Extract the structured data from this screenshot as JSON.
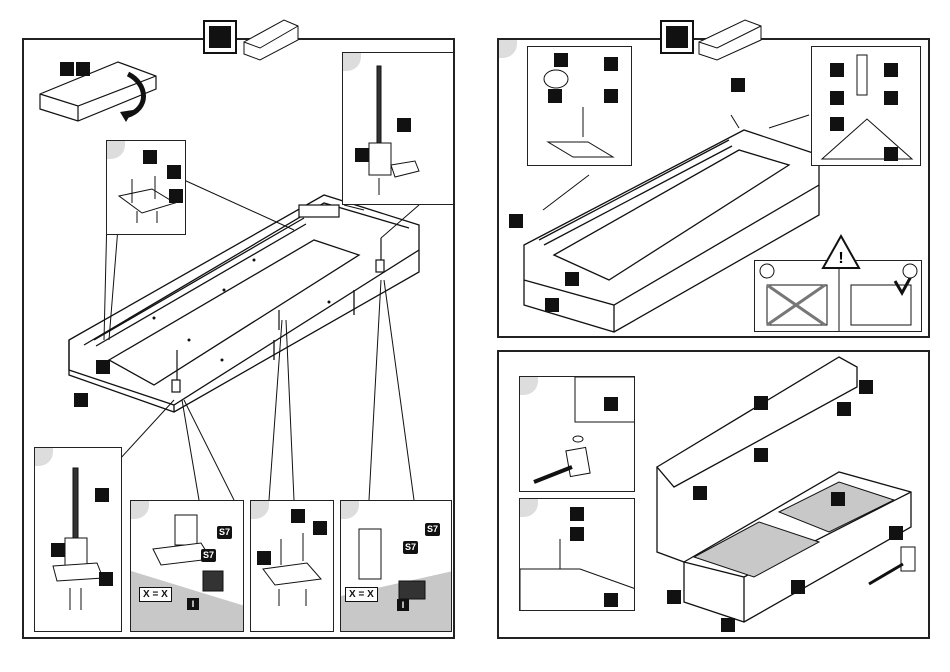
{
  "labels": {
    "screw_tag": "S7",
    "equal_tag": "X = X",
    "marker_letter": "I"
  },
  "icons": [
    "rotate-arrow-icon",
    "sad-face-icon",
    "happy-face-icon",
    "warning-triangle-icon",
    "check-mark-icon",
    "cross-mark-icon",
    "hammer-icon"
  ],
  "colors": {
    "ink": "#111111",
    "floor": "#c8c8c8",
    "panel_fill": "#ffffff"
  }
}
